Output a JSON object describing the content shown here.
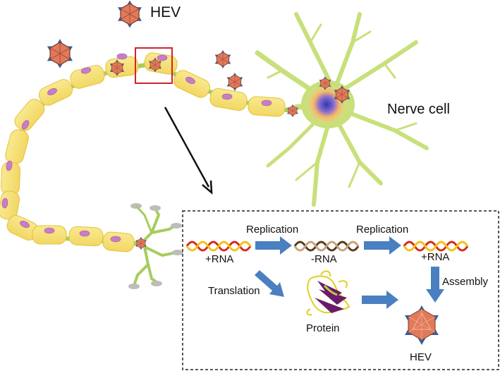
{
  "labels": {
    "hev_top": "HEV",
    "nerve_cell": "Nerve cell",
    "replication_1": "Replication",
    "replication_2": "Replication",
    "plus_rna_1": "+RNA",
    "minus_rna": "-RNA",
    "plus_rna_2": "+RNA",
    "translation": "Translation",
    "assembly": "Assembly",
    "protein": "Protein",
    "hev_bottom": "HEV"
  },
  "colors": {
    "myelin_fill": "#f7e27a",
    "myelin_stroke": "#e4c23c",
    "axon": "#a8cc5c",
    "nucleus": "#c77dc7",
    "neuron_body": "#c8e07a",
    "neuron_core": "#2a3ab0",
    "neuron_halo": "#f3b56b",
    "virus_star": "#3a5fa0",
    "virus_core": "#e07a5a",
    "highlight_box": "#d0232a",
    "process_arrow": "#4a7fc0",
    "rna_red": "#d62a1e",
    "rna_yellow": "#f2c21a",
    "rna_dark": "#5a3a1a",
    "protein_purple": "#6a1b6a",
    "protein_yellow": "#e0d020",
    "dashed_box": "#222222"
  },
  "icons": {
    "virus": "hev-virus-icon",
    "rna": "rna-helix-icon",
    "protein": "protein-structure-icon"
  }
}
